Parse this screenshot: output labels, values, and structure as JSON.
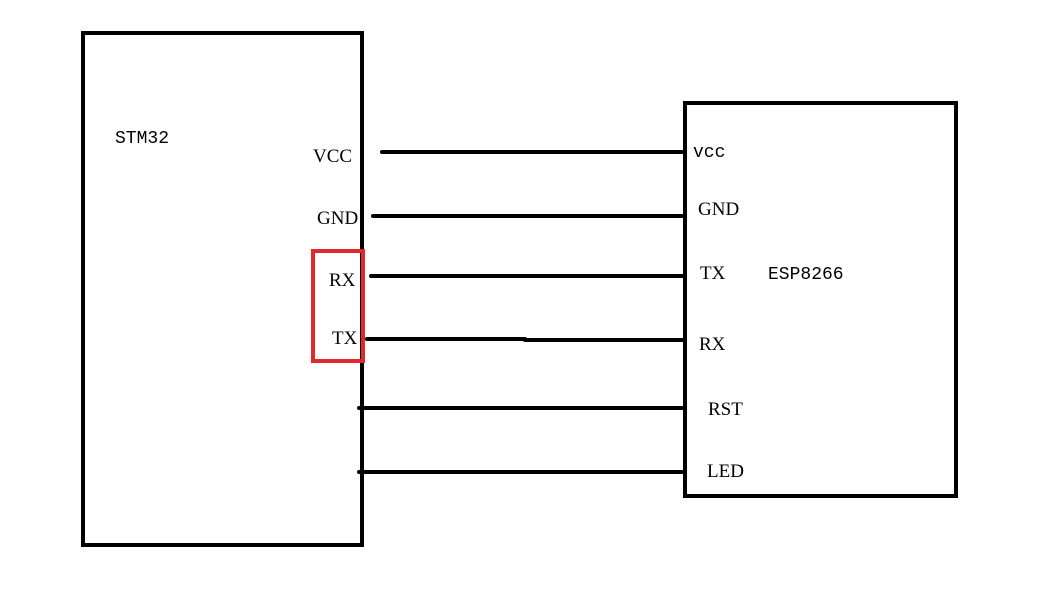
{
  "stm32": {
    "name": "STM32",
    "pins": {
      "vcc": "VCC",
      "gnd": "GND",
      "rx": "RX",
      "tx": "TX"
    }
  },
  "esp8266": {
    "name": "ESP8266",
    "pins": {
      "vcc": "vcc",
      "gnd": "GND",
      "tx": "TX",
      "rx": "RX",
      "rst": "RST",
      "led": "LED"
    }
  },
  "colors": {
    "line": "#000000",
    "highlight": "#e0282e",
    "background": "#ffffff"
  }
}
